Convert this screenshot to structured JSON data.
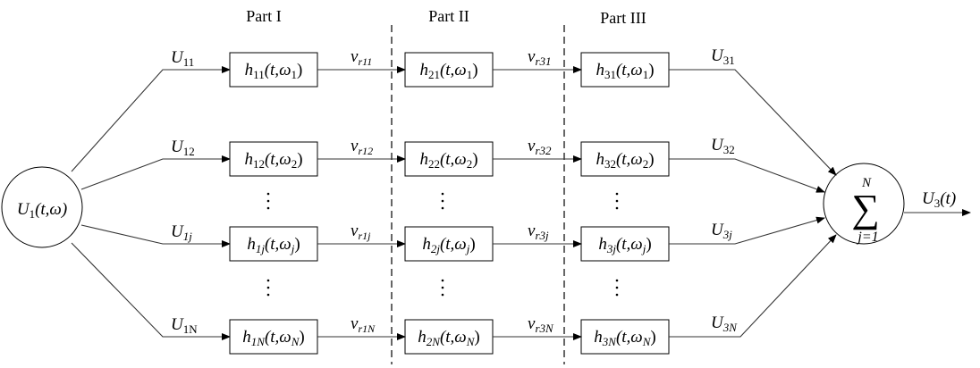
{
  "parts": [
    "Part I",
    "Part II",
    "Part III"
  ],
  "source_node": {
    "main": "U",
    "sub": "1",
    "args": "(t,ω)"
  },
  "sum_node": {
    "symbol": "∑",
    "upper": "N",
    "lower": "j=1"
  },
  "output_label": {
    "main": "U",
    "sub": "3",
    "args": "(t)"
  },
  "rows": [
    {
      "u1": {
        "main": "U",
        "sub": "11",
        "sub_italic": false
      },
      "h1": {
        "main": "h",
        "sub": "11",
        "wsub": "1"
      },
      "v1": {
        "main": "v",
        "sub": "r11"
      },
      "h2": {
        "main": "h",
        "sub": "21",
        "wsub": "1"
      },
      "v3": {
        "main": "v",
        "sub": "r31"
      },
      "h3": {
        "main": "h",
        "sub": "31",
        "wsub": "1"
      },
      "u3": {
        "main": "U",
        "sub": "31"
      }
    },
    {
      "u1": {
        "main": "U",
        "sub": "12",
        "sub_italic": false
      },
      "h1": {
        "main": "h",
        "sub": "12",
        "wsub": "2"
      },
      "v1": {
        "main": "v",
        "sub": "r12"
      },
      "h2": {
        "main": "h",
        "sub": "22",
        "wsub": "2"
      },
      "v3": {
        "main": "v",
        "sub": "r32"
      },
      "h3": {
        "main": "h",
        "sub": "32",
        "wsub": "2"
      },
      "u3": {
        "main": "U",
        "sub": "32"
      }
    },
    {
      "u1": {
        "main": "U",
        "sub": "1j",
        "sub_italic": true
      },
      "h1": {
        "main": "h",
        "sub": "1j",
        "wsub": "j"
      },
      "v1": {
        "main": "v",
        "sub": "r1j"
      },
      "h2": {
        "main": "h",
        "sub": "2j",
        "wsub": "j"
      },
      "v3": {
        "main": "v",
        "sub": "r3j"
      },
      "h3": {
        "main": "h",
        "sub": "3j",
        "wsub": "j"
      },
      "u3": {
        "main": "U",
        "sub": "3j"
      }
    },
    {
      "u1": {
        "main": "U",
        "sub": "1N",
        "sub_italic": false
      },
      "h1": {
        "main": "h",
        "sub": "1N",
        "wsub": "N"
      },
      "v1": {
        "main": "v",
        "sub": "r1N"
      },
      "h2": {
        "main": "h",
        "sub": "2N",
        "wsub": "N"
      },
      "v3": {
        "main": "v",
        "sub": "r3N"
      },
      "h3": {
        "main": "h",
        "sub": "3N",
        "wsub": "N"
      },
      "u3": {
        "main": "U",
        "sub": "3N"
      }
    }
  ],
  "ellipsis": "⋮",
  "h_args_prefix": "(t,",
  "omega": "ω",
  "close_paren": ")"
}
